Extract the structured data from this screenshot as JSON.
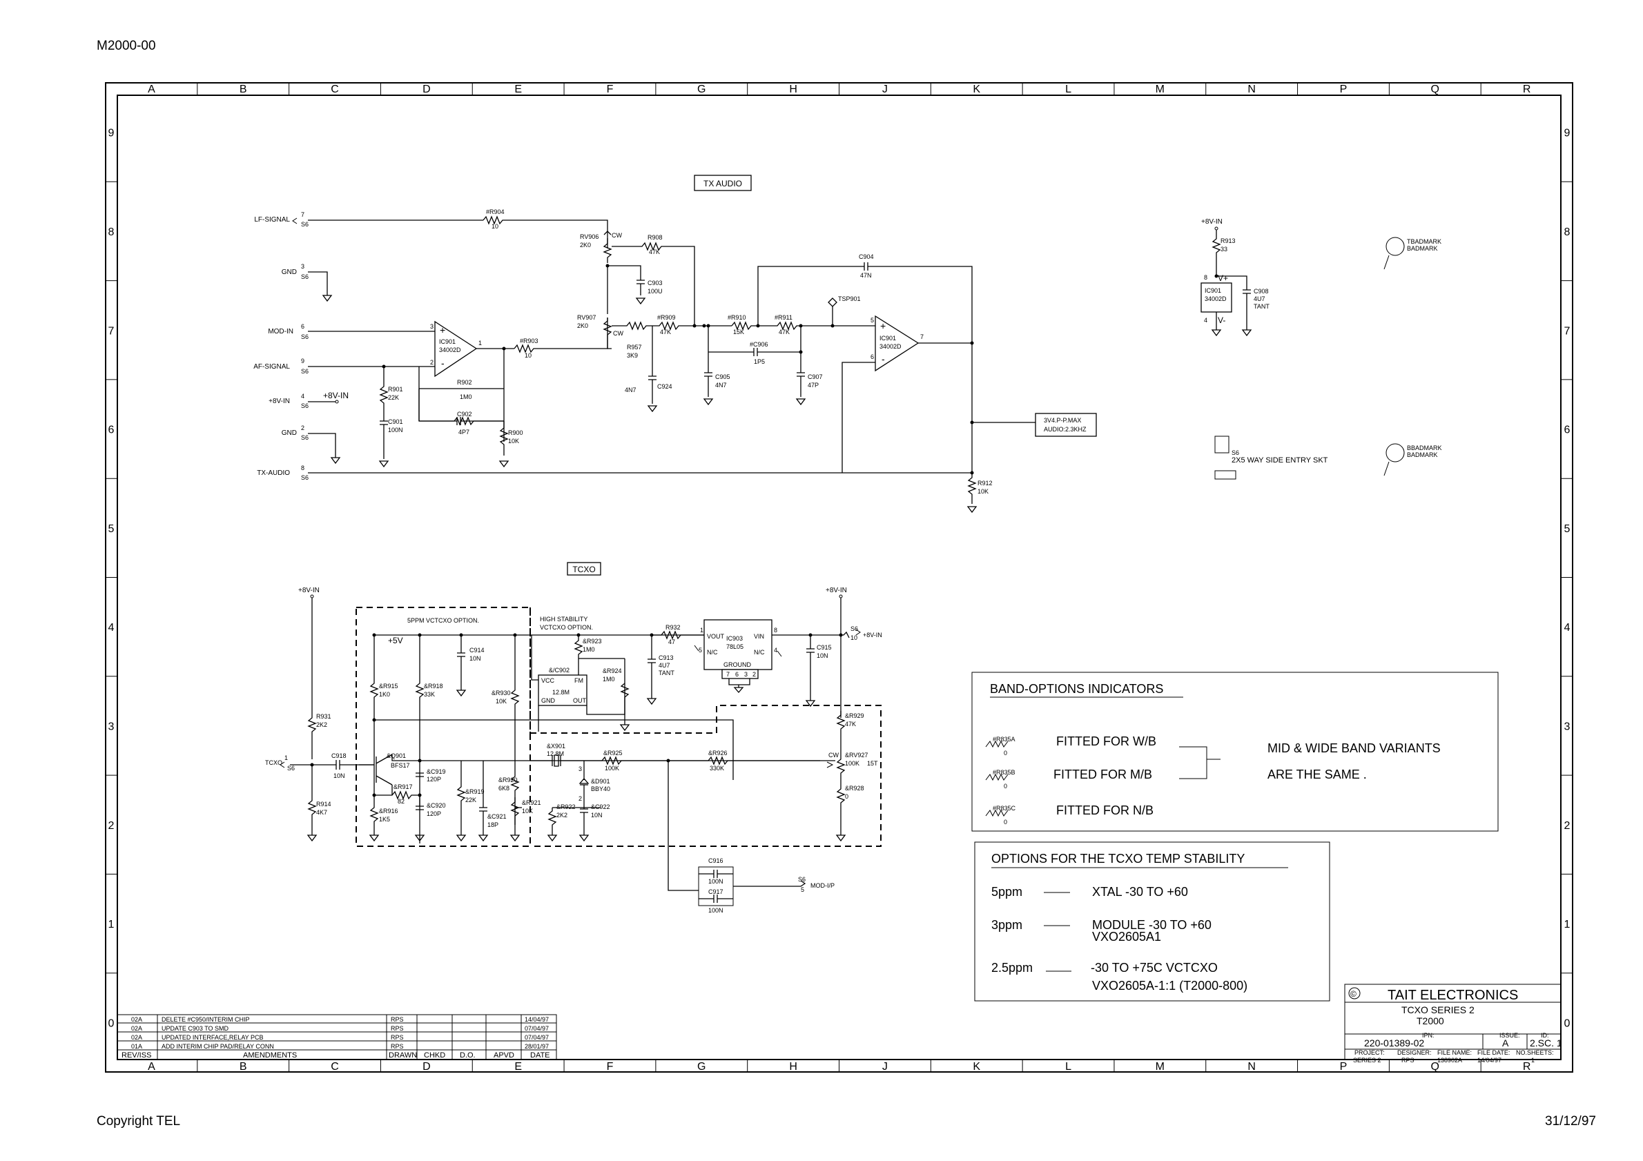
{
  "page": {
    "doc_code": "M2000-00",
    "footer_left": "Copyright TEL",
    "footer_right": "31/12/97"
  },
  "grid": {
    "cols": [
      "A",
      "B",
      "C",
      "D",
      "E",
      "F",
      "G",
      "H",
      "J",
      "K",
      "L",
      "M",
      "N",
      "P",
      "Q",
      "R"
    ],
    "rows": [
      "9",
      "8",
      "7",
      "6",
      "5",
      "4",
      "3",
      "2",
      "1",
      "0"
    ]
  },
  "sections": {
    "tx_audio": "TX AUDIO",
    "tcxo": "TCXO"
  },
  "tx": {
    "lf_signal": "LF-SIGNAL",
    "lf_pin": "7",
    "s6": "S6",
    "gnd1": "GND",
    "gnd1_pin": "3",
    "mod_in": "MOD-IN",
    "mod_pin": "6",
    "af_signal": "AF-SIGNAL",
    "af_pin": "9",
    "v8in": "+8V-IN",
    "v8in_pin": "4",
    "v8in_tag": "+8V-IN",
    "gnd2": "GND",
    "gnd2_pin": "2",
    "tx_audio": "TX-AUDIO",
    "tx_audio_pin": "8",
    "r904": "#R904",
    "r904_v": "10",
    "rv906": "RV906",
    "rv906_v": "2K0",
    "cw1": "CW",
    "r908": "R908",
    "r908_v": "47K",
    "c903": "C903",
    "c903_v": "100U",
    "rv907": "RV907",
    "rv907_v": "2K0",
    "cw2": "CW",
    "r957": "R957",
    "r957_v": "3K9",
    "r909": "#R909",
    "r909_v": "47K",
    "r910": "#R910",
    "r910_v": "15K",
    "r911": "#R911",
    "r911_v": "47K",
    "c906": "#C906",
    "c906_v": "1P5",
    "c904": "C904",
    "c904_v": "47N",
    "tsp901": "TSP901",
    "c905": "C905",
    "c905_v": "4N7",
    "c907": "C907",
    "c907_v": "47P",
    "c924": "C924",
    "c924_v": "4N7",
    "ic1": "IC901",
    "ic1_v": "34002D",
    "ic2": "IC901",
    "ic2_v": "34002D",
    "r903": "#R903",
    "r903_v": "10",
    "r901": "R901",
    "r901_v": "22K",
    "c901": "C901",
    "c901_v": "100N",
    "r902": "R902",
    "r902_v": "1M0",
    "c902": "C902",
    "c902_v": "4P7",
    "r900": "R900",
    "r900_v": "10K",
    "r912": "R912",
    "r912_v": "10K",
    "spec_l1": "3V4.P-P.MAX",
    "spec_l2": "AUDIO:2.3KHZ"
  },
  "pwr": {
    "v8": "+8V-IN",
    "r913": "R913",
    "r913_v": "33",
    "ic": "IC901",
    "ic_v": "34002D",
    "vp": "V+",
    "vm": "V-",
    "pin8": "8",
    "pin4": "4",
    "c908": "C908",
    "c908_v": "4U7",
    "c908_t": "TANT"
  },
  "marks": {
    "top_1": "TBADMARK",
    "top_2": "BADMARK",
    "bot_1": "BBADMARK",
    "bot_2": "BADMARK",
    "s6": "S6",
    "skt": "2X5  WAY  SIDE  ENTRY  SKT"
  },
  "tcxo": {
    "v8_left": "+8V-IN",
    "v8_right": "+8V-IN",
    "opt_5ppm": "5PPM  VCTCXO  OPTION.",
    "opt_high1": "HIGH   STABILITY",
    "opt_high2": "VCTCXO  OPTION.",
    "v5": "+5V",
    "c914": "C914",
    "c914_v": "10N",
    "r915": "&R915",
    "r915_v": "1K0",
    "r918": "&R918",
    "r918_v": "33K",
    "r930": "&R930",
    "r930_v": "10K",
    "r923": "&R923",
    "r923_v": "1M0",
    "c902": "&/C902",
    "vcc": "VCC",
    "fm": "FM",
    "x_freq": "12.8M",
    "gnd": "GND",
    "out": "OUT",
    "r924": "&R924",
    "r924_v": "1M0",
    "r932": "R932",
    "r932_v": "47",
    "c913": "C913",
    "c913_v": "4U7",
    "c913_t": "TANT",
    "reg": "IC903",
    "reg_v": "78L05",
    "vout": "VOUT",
    "vin": "VIN",
    "nc1": "N/C",
    "nc2": "N/C",
    "ground": "GROUND",
    "p1": "1",
    "p8": "8",
    "p5": "5",
    "p4": "4",
    "pins": [
      "7",
      "6",
      "3",
      "2"
    ],
    "c915": "C915",
    "c915_v": "10N",
    "s6_out": "S6",
    "s6_pin": "10",
    "s6_tag": "+8V-IN",
    "r931": "R931",
    "r931_v": "2K2",
    "c918": "C918",
    "c918_v": "10N",
    "tcxo_in": "TCXO",
    "tcxo_pin": "1",
    "s6": "S6",
    "q901": "&Q901",
    "q901_v": "BFS17",
    "r914": "R914",
    "r914_v": "4K7",
    "r917": "&R917",
    "r917_v": "82",
    "r916": "&R916",
    "r916_v": "1K5",
    "c919": "&C919",
    "c919_v": "120P",
    "c920": "&C920",
    "c920_v": "120P",
    "r919": "&R919",
    "r919_v": "22K",
    "c921": "&C921",
    "c921_v": "18P",
    "r920": "&R920",
    "r920_v": "6K8",
    "r921": "&R921",
    "r921_v": "10K",
    "x901": "&X901",
    "x901_v": "12.8M",
    "r925": "&R925",
    "r925_v": "100K",
    "d901": "&D901",
    "d901_v": "BBY40",
    "r922": "&R922",
    "r922_v": "2K2",
    "c922": "&C922",
    "c922_v": "10N",
    "r926": "&R926",
    "r926_v": "330K",
    "r929": "&R929",
    "r929_v": "47K",
    "rv927": "&RV927",
    "rv927_v": "100K",
    "rv927_t": "15T",
    "cw": "CW",
    "r928": "&R928",
    "r928_v": "0",
    "c916": "C916",
    "c916_v": "100N",
    "c917": "C917",
    "c917_v": "100N",
    "mod_s6": "S6",
    "mod_pin": "5",
    "mod_out": "MOD-I/P"
  },
  "band": {
    "title": "BAND-OPTIONS    INDICATORS",
    "rows": [
      {
        "ref": "#R835A",
        "v": "0",
        "text": "FITTED  FOR  W/B"
      },
      {
        "ref": "#R835B",
        "v": "0",
        "text": "FITTED  FOR  M/B"
      },
      {
        "ref": "#R835C",
        "v": "0",
        "text": "FITTED  FOR  N/B"
      }
    ],
    "note1": "MID  &  WIDE  BAND  VARIANTS",
    "note2": "ARE  THE  SAME  ."
  },
  "temp": {
    "title": "OPTIONS  FOR  THE  TCXO    TEMP    STABILITY",
    "rows": [
      {
        "ppm": "5ppm",
        "line1": "XTAL        -30    TO    +60",
        "line2": ""
      },
      {
        "ppm": "3ppm",
        "line1": "MODULE  -30   TO   +60",
        "line2": "VXO2605A1"
      },
      {
        "ppm": "2.5ppm",
        "line1": "-30   TO   +75C   VCTCXO",
        "line2": "VXO2605A-1:1        (T2000-800)"
      }
    ]
  },
  "amend": {
    "rows": [
      {
        "rev": "02A",
        "text": "DELETE     #C950/INTERIM    CHIP",
        "by": "RPS",
        "date": "14/04/97"
      },
      {
        "rev": "02A",
        "text": "UPDATE  C903  TO  SMD",
        "by": "RPS",
        "date": "07/04/97"
      },
      {
        "rev": "02A",
        "text": "UPDATED   INTERFACE,RELAY   PCB",
        "by": "RPS",
        "date": "07/04/97"
      },
      {
        "rev": "01A",
        "text": "ADD    INTERIM    CHIP    PAD/RELAY    CONN",
        "by": "RPS",
        "date": "28/01/97"
      }
    ],
    "headers": [
      "REV/ISS",
      "AMENDMENTS",
      "DRAWN",
      "CHKD",
      "D.O.",
      "APVD",
      "DATE"
    ]
  },
  "title_block": {
    "company": "TAIT    ELECTRONICS",
    "copy": "©",
    "title1": "TCXO  SERIES  2",
    "title2": "T2000",
    "ipn_h": "IPN:",
    "issue_h": "ISSUE:",
    "id_h": "ID:",
    "ipn": "220-01389-02",
    "issue": "A",
    "id": "2.SC.  1",
    "headers": [
      "PROJECT:",
      "DESIGNER:",
      "FILE  NAME:",
      "FILE  DATE:",
      "NO.SHEETS:"
    ],
    "values": [
      "SERIES  2",
      "RPS",
      "138902A",
      "14/04/97",
      "1"
    ]
  }
}
